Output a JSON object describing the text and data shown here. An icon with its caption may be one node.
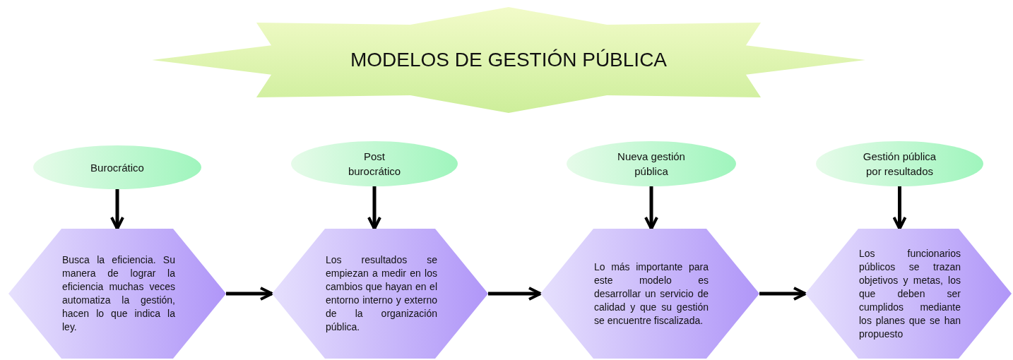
{
  "diagram": {
    "nodes": [
      {
        "text": [
          "MODELOS DE GESTIÓN PÚBLICA"
        ]
      },
      {
        "text": [
          "Burocrático"
        ]
      },
      {
        "text": [
          "Post burocrático"
        ]
      },
      {
        "text": [
          "Nueva gestión pública"
        ]
      },
      {
        "text": [
          "Gestión pública por resultados"
        ]
      },
      {
        "text": [
          "Busca la eficiencia. Su manera de lograr la eficiencia muchas veces automatiza la gestión, hacen lo que indica la ley."
        ]
      },
      {
        "text": [
          "Los resultados se empiezan a medir en los cambios que hayan en el entorno interno y externo de la organización pública."
        ]
      },
      {
        "text": [
          "Lo más importante para este modelo es desarrollar un servicio de calidad y que su gestión se encuentre fiscalizada."
        ]
      },
      {
        "text": [
          "Los funcionarios públicos se trazan objetivos y metas, los que deben ser cumplidos mediante los planes que se han propuesto"
        ]
      }
    ],
    "edges": [
      {
        "from": 1,
        "to": 5,
        "arrow": "to"
      },
      {
        "from": 2,
        "to": 6,
        "arrow": "to"
      },
      {
        "from": 3,
        "to": 7,
        "arrow": "to"
      },
      {
        "from": 4,
        "to": 8,
        "arrow": "to"
      },
      {
        "from": 5,
        "to": 6,
        "arrow": "to"
      },
      {
        "from": 6,
        "to": 7,
        "arrow": "to"
      },
      {
        "from": 7,
        "to": 8,
        "arrow": "to"
      }
    ]
  }
}
